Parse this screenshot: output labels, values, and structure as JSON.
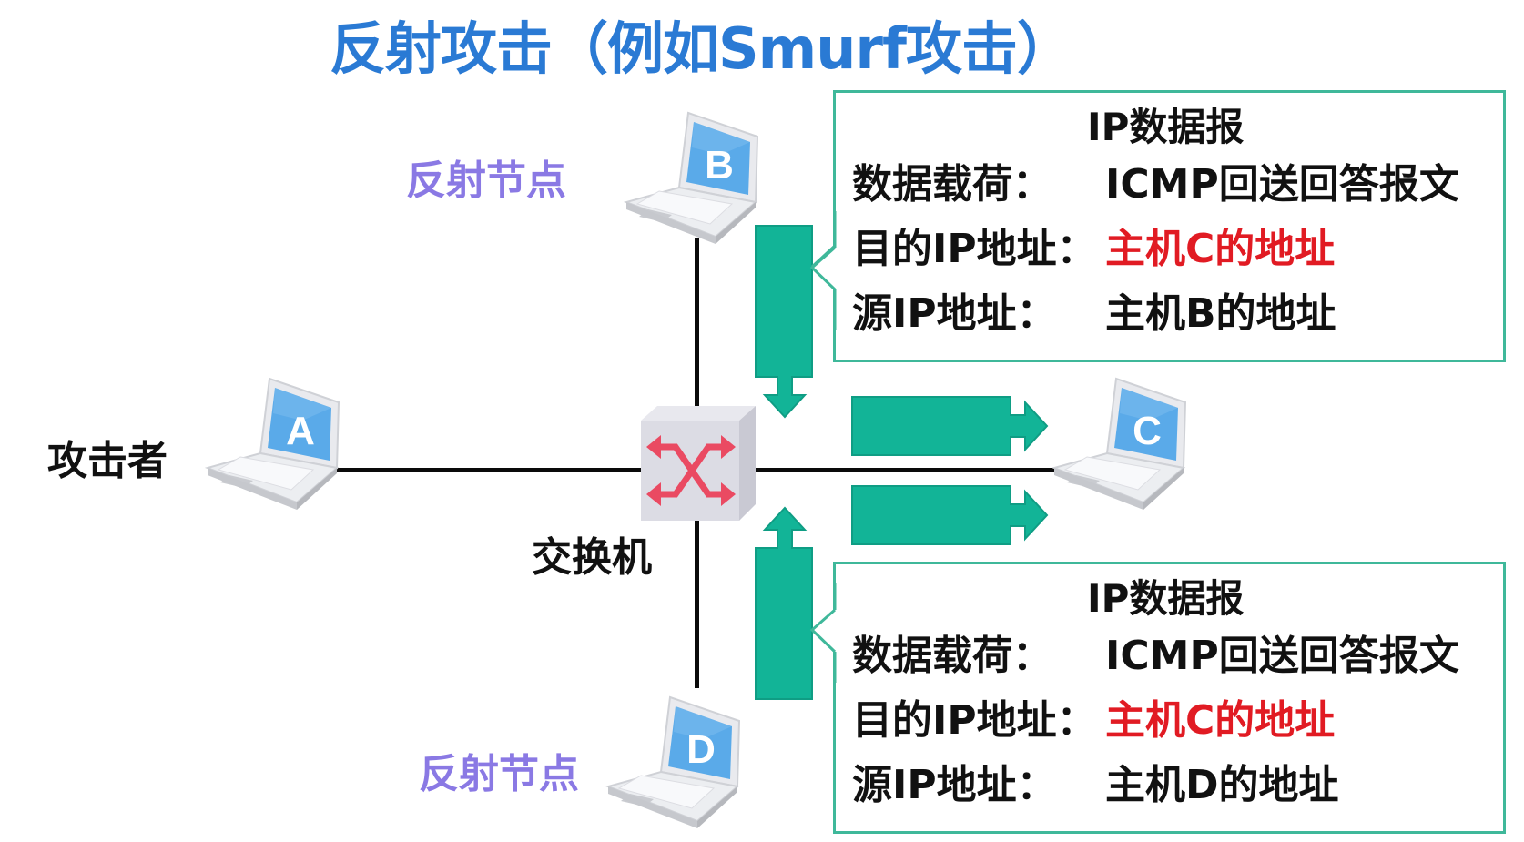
{
  "title": "反射攻击（例如Smurf攻击）",
  "colors": {
    "title": "#2a7ad4",
    "reflector_label": "#8a79e4",
    "arrow_fill": "#12b497",
    "box_border": "#3fb89a",
    "highlight_red": "#e11b23",
    "switch_arrow": "#ea4a62",
    "screen_blue": "#5aaae9"
  },
  "nodes": {
    "attacker": {
      "letter": "A",
      "label": "攻击者"
    },
    "reflector_top": {
      "letter": "B",
      "label": "反射节点"
    },
    "victim": {
      "letter": "C"
    },
    "reflector_bottom": {
      "letter": "D",
      "label": "反射节点"
    },
    "switch": {
      "label": "交换机",
      "icon": "switch-icon"
    }
  },
  "datagrams": [
    {
      "title": "IP数据报",
      "rows": [
        {
          "key": "数据载荷：",
          "value": "ICMP回送回答报文",
          "highlight": false
        },
        {
          "key": "目的IP地址：",
          "value": "主机C的地址",
          "highlight": true
        },
        {
          "key": "源IP地址：",
          "value": "主机B的地址",
          "highlight": false
        }
      ]
    },
    {
      "title": "IP数据报",
      "rows": [
        {
          "key": "数据载荷：",
          "value": "ICMP回送回答报文",
          "highlight": false
        },
        {
          "key": "目的IP地址：",
          "value": "主机C的地址",
          "highlight": true
        },
        {
          "key": "源IP地址：",
          "value": "主机D的地址",
          "highlight": false
        }
      ]
    }
  ]
}
